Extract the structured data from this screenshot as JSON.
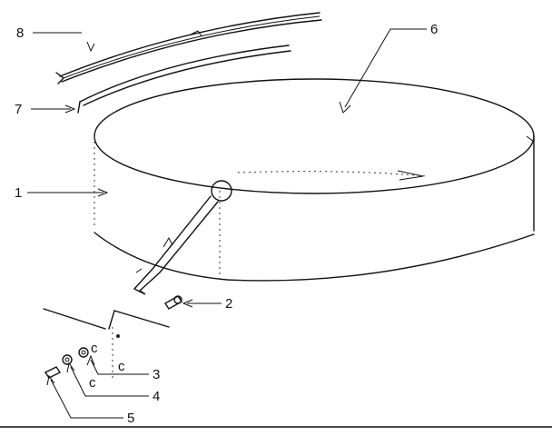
{
  "diagram": {
    "callouts": [
      {
        "id": "1",
        "label": "1"
      },
      {
        "id": "2",
        "label": "2"
      },
      {
        "id": "3",
        "label": "3"
      },
      {
        "id": "4",
        "label": "4"
      },
      {
        "id": "5",
        "label": "5"
      },
      {
        "id": "6",
        "label": "6"
      },
      {
        "id": "7",
        "label": "7"
      },
      {
        "id": "8",
        "label": "8"
      }
    ],
    "small_marks": {
      "c1": "c",
      "c2": "c",
      "c3": "c"
    }
  }
}
